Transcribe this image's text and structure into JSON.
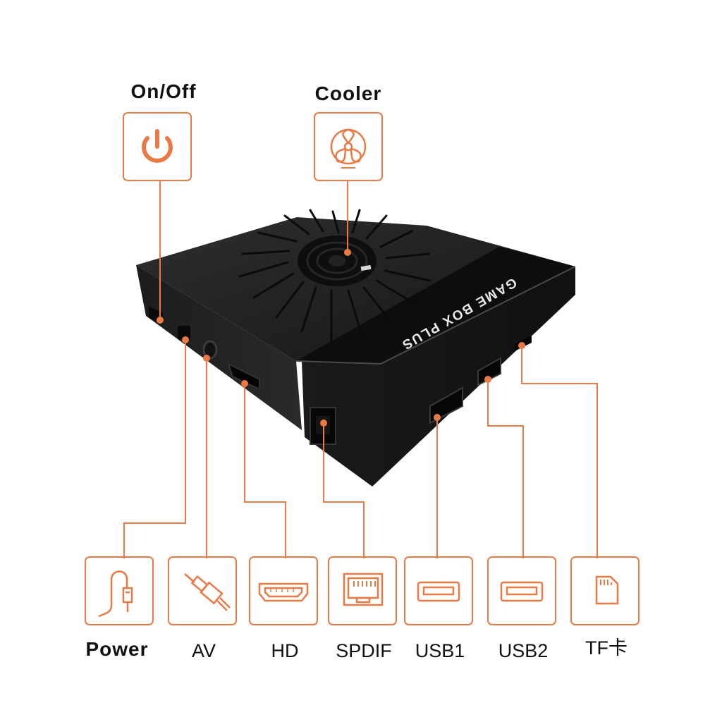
{
  "accent_color": "#e97a45",
  "device": {
    "brand_text": "GAME BOX PLUS"
  },
  "labels": {
    "on_off": "On/Off",
    "cooler": "Cooler",
    "power": "Power",
    "av": "AV",
    "hd": "HD",
    "spdif": "SPDIF",
    "usb1": "USB1",
    "usb2": "USB2",
    "tf": "TF卡"
  },
  "icons": {
    "on_off": "power-icon",
    "cooler": "fan-icon",
    "power": "power-cable-icon",
    "av": "av-cable-icon",
    "hd": "hdmi-port-icon",
    "spdif": "spdif-port-icon",
    "usb1": "usb-port-icon",
    "usb2": "usb-port-icon",
    "tf": "sd-card-icon"
  }
}
